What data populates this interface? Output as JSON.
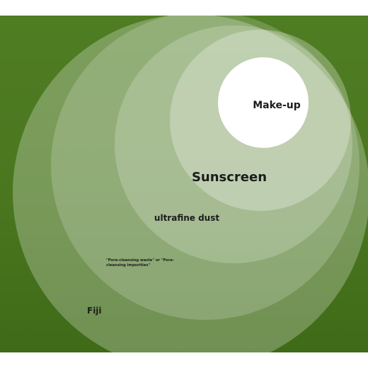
{
  "diagram": {
    "colors": {
      "background": "#4a761f",
      "innermost": "#ffffff"
    },
    "circles": [
      {
        "label": "Fiji"
      },
      {
        "label": "\"Pore-cleansing waste\" or \"Pore-",
        "label_line2": "cleansing impurities\""
      },
      {
        "label": "ultrafine dust"
      },
      {
        "label": "Sunscreen"
      },
      {
        "label": "Make-up"
      }
    ]
  }
}
